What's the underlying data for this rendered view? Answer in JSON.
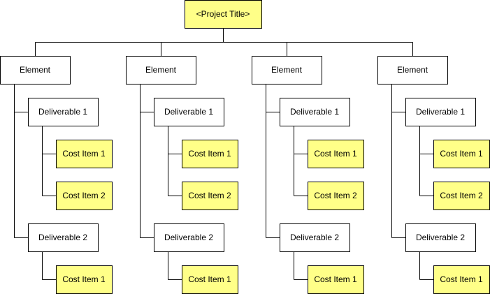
{
  "colors": {
    "highlight_fill": "#ffff88",
    "plain_fill": "#ffffff",
    "stroke": "#000000"
  },
  "diagram": {
    "root": {
      "label": "<Project Title>"
    },
    "elements": [
      {
        "label": "Element",
        "deliverables": [
          {
            "label": "Deliverable 1",
            "cost_items": [
              "Cost Item 1",
              "Cost Item 2"
            ]
          },
          {
            "label": "Deliverable 2",
            "cost_items": [
              "Cost Item 1"
            ]
          }
        ]
      },
      {
        "label": "Element",
        "deliverables": [
          {
            "label": "Deliverable 1",
            "cost_items": [
              "Cost Item 1",
              "Cost Item 2"
            ]
          },
          {
            "label": "Deliverable 2",
            "cost_items": [
              "Cost Item 1"
            ]
          }
        ]
      },
      {
        "label": "Element",
        "deliverables": [
          {
            "label": "Deliverable 1",
            "cost_items": [
              "Cost Item 1",
              "Cost Item 2"
            ]
          },
          {
            "label": "Deliverable 2",
            "cost_items": [
              "Cost Item 1"
            ]
          }
        ]
      },
      {
        "label": "Element",
        "deliverables": [
          {
            "label": "Deliverable 1",
            "cost_items": [
              "Cost Item 1",
              "Cost Item 2"
            ]
          },
          {
            "label": "Deliverable 2",
            "cost_items": [
              "Cost Item 1"
            ]
          }
        ]
      }
    ]
  }
}
